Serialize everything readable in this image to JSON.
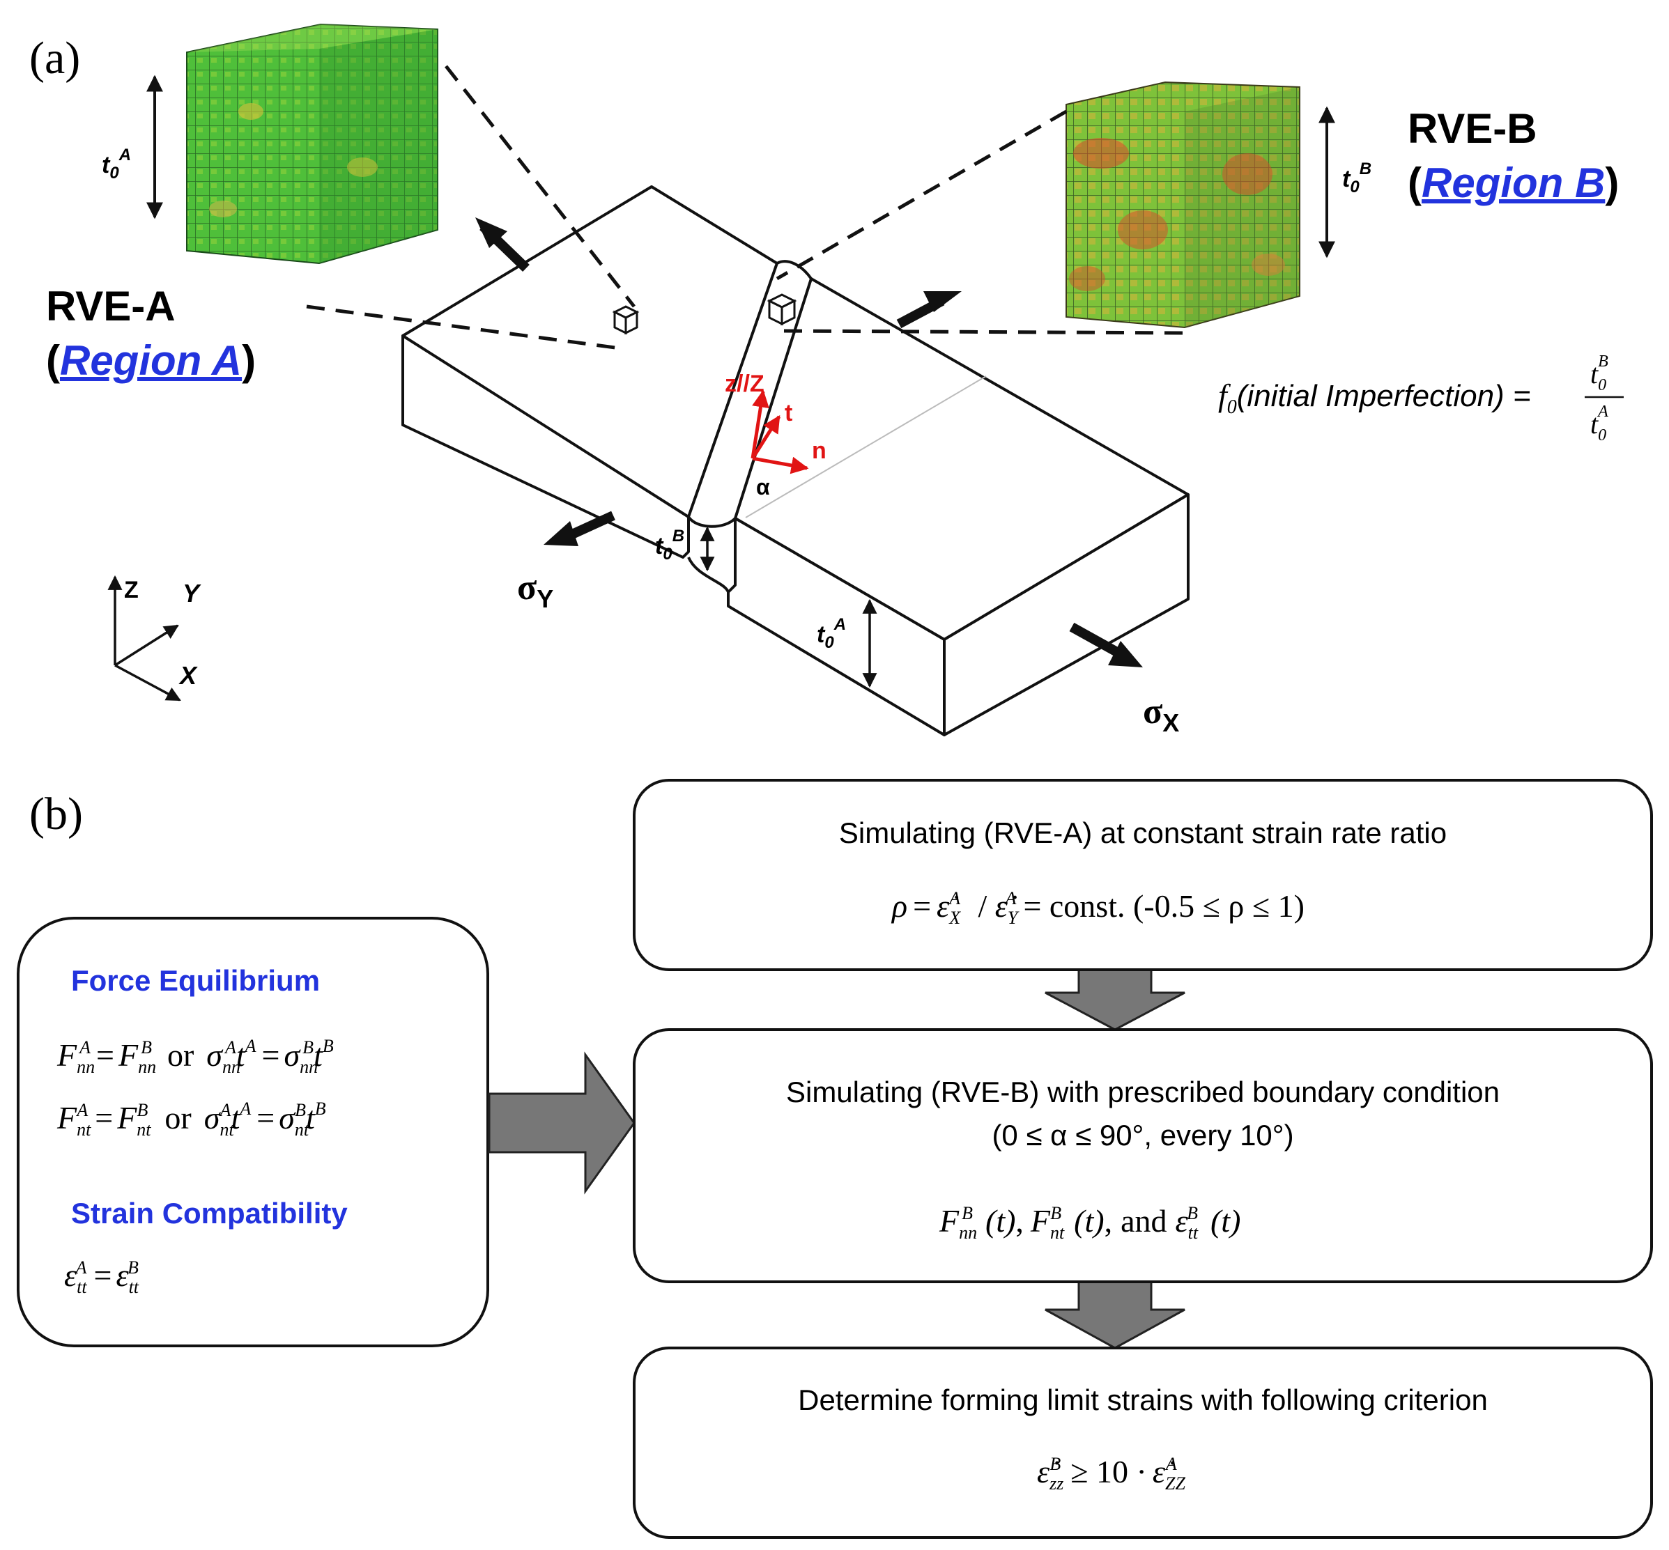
{
  "panel_a": {
    "label": "(a)",
    "rve_a": {
      "title": "RVE-A",
      "open": "(",
      "region": "Region A",
      "close": ")",
      "thickness": "t",
      "thickness_sub": "0",
      "thickness_sup": "A"
    },
    "rve_b": {
      "title": "RVE-B",
      "open": "(",
      "region": "Region B",
      "close": ")",
      "thickness": "t",
      "thickness_sub": "0",
      "thickness_sup": "B"
    },
    "formula": {
      "lhs": "f",
      "lhs_sub": "0",
      "paren": "(initial Imperfection) =",
      "num": "t",
      "num_sub": "0",
      "num_sup": "B",
      "den": "t",
      "den_sub": "0",
      "den_sup": "A"
    },
    "axes_local": {
      "z": "z//Z",
      "t": "t",
      "n": "n",
      "alpha": "α"
    },
    "stress": {
      "sigma": "σ",
      "y_sub": "Y",
      "x_sub": "X"
    },
    "thickness_labels": {
      "groove": {
        "t": "t",
        "sub": "0",
        "sup": "B"
      },
      "plate": {
        "t": "t",
        "sub": "0",
        "sup": "A"
      }
    },
    "global_axes": {
      "z": "Z",
      "y": "Y",
      "x": "X"
    }
  },
  "panel_b": {
    "label": "(b)",
    "left_box": {
      "heading1": "Force Equilibrium",
      "eq1": {
        "F": "F",
        "nn": "nn",
        "A": "A",
        "eq": "=",
        "B": "B",
        "or": "or",
        "sigma": "σ",
        "t": "t"
      },
      "eq2": {
        "F": "F",
        "nt": "nt",
        "A": "A",
        "eq": "=",
        "B": "B",
        "or": "or",
        "sigma": "σ",
        "t": "t"
      },
      "heading2": "Strain Compatibility",
      "eq3": {
        "eps": "ε",
        "tt": "tt",
        "A": "A",
        "eq": "=",
        "B": "B"
      }
    },
    "box1": {
      "title": "Simulating (RVE-A) at constant strain rate ratio",
      "rho": "ρ",
      "eq": "=",
      "eps": "ε̇",
      "X": "X",
      "Y": "Y",
      "A": "A",
      "rest": "= const. (-0.5 ≤ ρ ≤ 1)"
    },
    "box2": {
      "title": "Simulating (RVE-B) with prescribed boundary condition",
      "subtitle": "(0 ≤ α ≤ 90°, every 10°)",
      "F": "F",
      "nn": "nn",
      "nt": "nt",
      "B": "B",
      "t": "(t)",
      "and": "and",
      "eps": "ε",
      "tt": "tt",
      "comma": ","
    },
    "box3": {
      "title": "Determine forming limit strains with following criterion",
      "eps": "ε̇",
      "zz": "zz",
      "ZZ": "ZZ",
      "B": "B",
      "A": "A",
      "rel": "≥ 10 ·"
    }
  }
}
